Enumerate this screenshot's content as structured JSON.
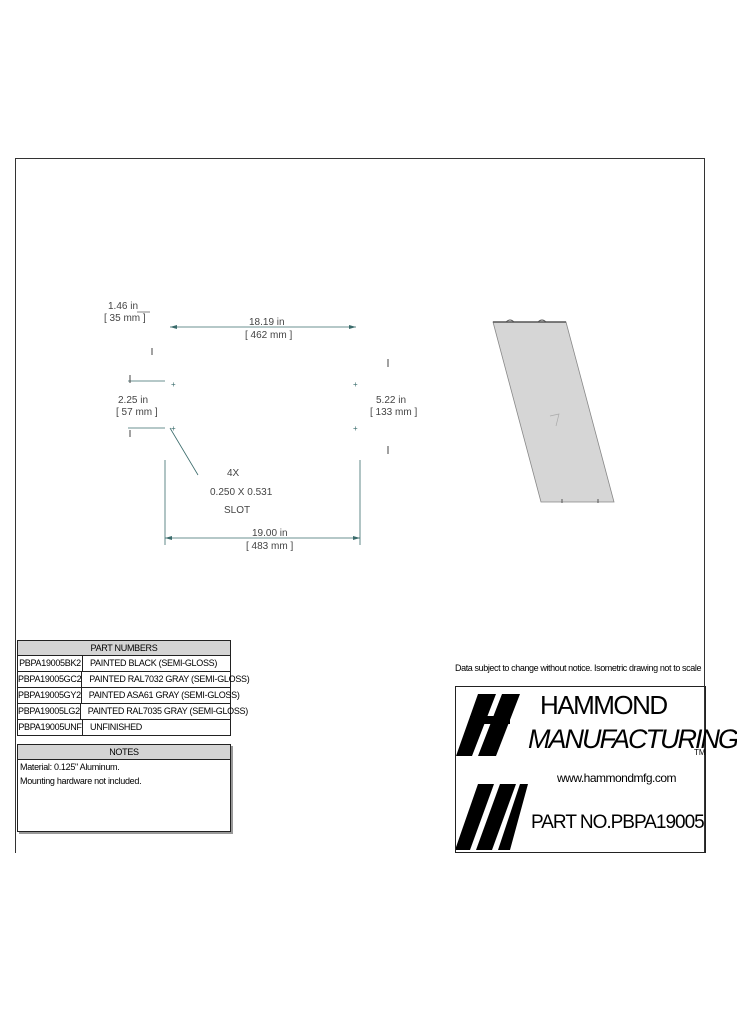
{
  "drawing": {
    "dim_top_left": "1.46 in",
    "dim_top_left_mm": "[ 35 mm ]",
    "dim_top_width": "18.19 in",
    "dim_top_width_mm": "[ 462 mm ]",
    "dim_left_height": "2.25 in",
    "dim_left_height_mm": "[ 57 mm ]",
    "dim_right_height": "5.22 in",
    "dim_right_height_mm": "[ 133 mm ]",
    "slot_count": "4X",
    "slot_size": "0.250 X 0.531",
    "slot_label": "SLOT",
    "dim_bottom_width": "19.00 in",
    "dim_bottom_width_mm": "[ 483 mm ]"
  },
  "parts_table": {
    "header": "PART NUMBERS",
    "rows": [
      {
        "pn": "PBPA19005BK2",
        "desc": "PAINTED BLACK (SEMI-GLOSS)"
      },
      {
        "pn": "PBPA19005GC2",
        "desc": "PAINTED RAL7032 GRAY (SEMI-GLOSS)"
      },
      {
        "pn": "PBPA19005GY2",
        "desc": "PAINTED ASA61 GRAY (SEMI-GLOSS)"
      },
      {
        "pn": "PBPA19005LG2",
        "desc": "PAINTED RAL7035 GRAY (SEMI-GLOSS)"
      },
      {
        "pn": "PBPA19005UNF",
        "desc": "UNFINISHED"
      }
    ]
  },
  "notes": {
    "header": "NOTES",
    "lines": [
      "Material: 0.125\" Aluminum.",
      "Mounting hardware not included."
    ]
  },
  "disclaimer": "Data subject to change without notice. Isometric drawing not to scale",
  "title_block": {
    "brand_line1": "HAMMOND",
    "brand_line2": "MANUFACTURING",
    "trademark": "TM",
    "url": "www.hammondmfg.com",
    "part_no": "PART NO.PBPA19005"
  }
}
